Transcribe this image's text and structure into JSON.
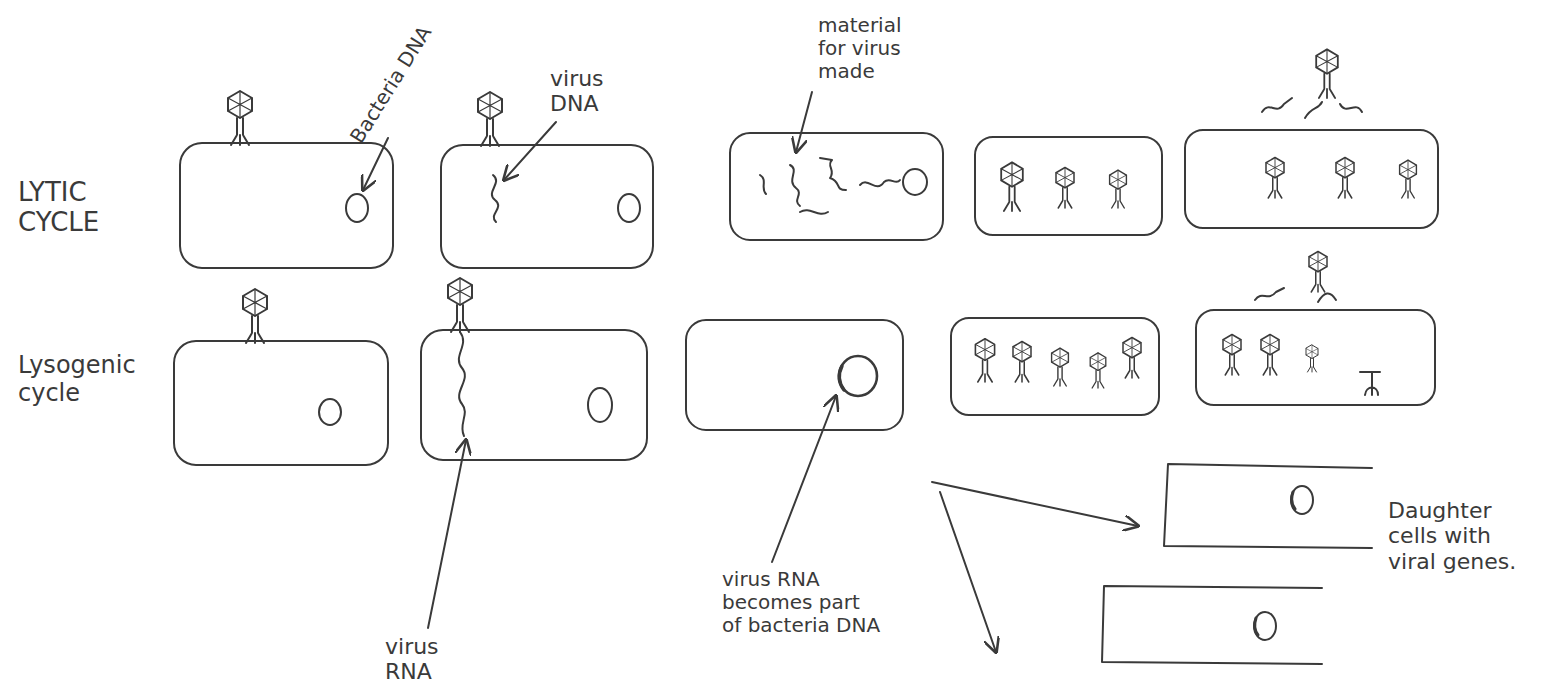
{
  "diagram": {
    "labels": [
      "LYTIC CYCLE",
      "Lysogenic cycle",
      "Bacteria DNA",
      "virus DNA",
      "material for virus made",
      "virus RNA",
      "virus RNA becomes part of bacteria DNA",
      "Daughter cells with viral genes."
    ]
  }
}
